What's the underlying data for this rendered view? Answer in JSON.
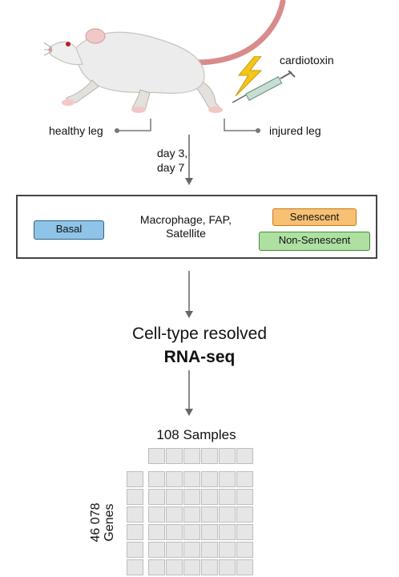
{
  "labels": {
    "cardiotoxin": "cardiotoxin",
    "healthy_leg": "healthy leg",
    "injured_leg": "injured leg",
    "day_line1": "day 3,",
    "day_line2": "day 7"
  },
  "conditions": {
    "basal": "Basal",
    "cell_types_line1": "Macrophage, FAP,",
    "cell_types_line2": "Satellite",
    "senescent": "Senescent",
    "non_senescent": "Non-Senescent"
  },
  "method": {
    "line1": "Cell-type resolved",
    "line2": "RNA-seq"
  },
  "matrix": {
    "samples_label": "108 Samples",
    "genes_line1": "46 078",
    "genes_line2": "Genes"
  },
  "colors": {
    "basal_fill": "#8fc4e8",
    "senescent_fill": "#f7c072",
    "non_senescent_fill": "#aee0a2",
    "mouse_body": "#ececec",
    "mouse_tail": "#d98b8b",
    "bolt": "#f5c518"
  },
  "icons": [
    "mouse-icon",
    "lightning-bolt-icon",
    "syringe-icon"
  ]
}
